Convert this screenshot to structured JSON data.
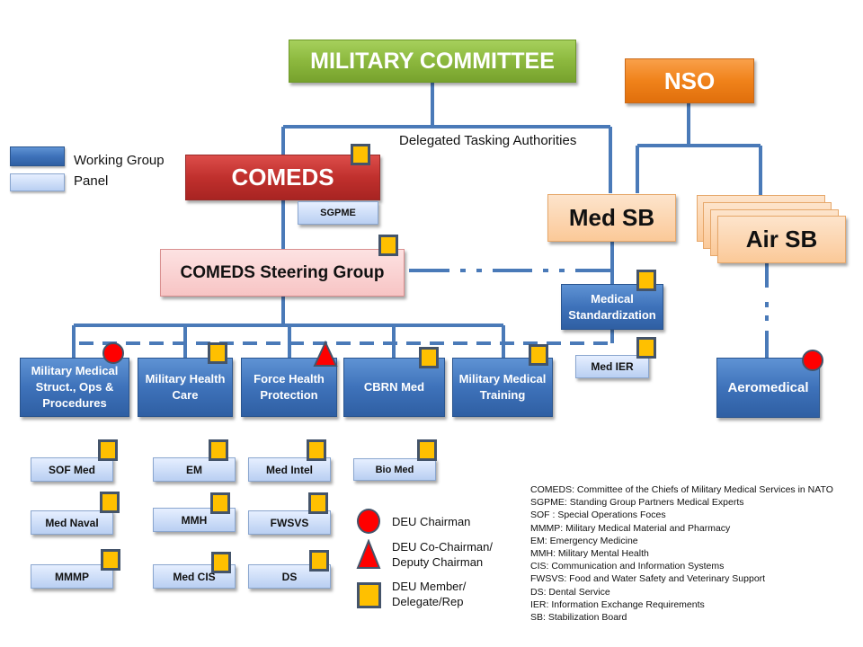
{
  "top": {
    "military_committee": "MILITARY COMMITTEE",
    "nso": "NSO",
    "delegated_label": "Delegated Tasking Authorities"
  },
  "legend_types": {
    "working_group": "Working Group",
    "panel": "Panel"
  },
  "comeds": {
    "title": "COMEDS",
    "sgpme": "SGPME",
    "steering_group": "COMEDS Steering Group"
  },
  "nso_side": {
    "med_sb": "Med SB",
    "air_sb": "Air SB",
    "medical_standardization": "Medical Standardization",
    "med_ier": "Med IER",
    "aeromedical": "Aeromedical"
  },
  "working_groups": [
    {
      "label": "Military Medical Struct., Ops & Procedures",
      "deu_role": "chairman"
    },
    {
      "label": "Military Health Care",
      "deu_role": "member"
    },
    {
      "label": "Force Health Protection",
      "deu_role": "co-chairman"
    },
    {
      "label": "CBRN Med",
      "deu_role": "member"
    },
    {
      "label": "Military Medical Training",
      "deu_role": "member"
    }
  ],
  "panels": [
    {
      "label": "SOF Med"
    },
    {
      "label": "EM"
    },
    {
      "label": "Med Intel"
    },
    {
      "label": "Bio Med"
    },
    {
      "label": "Med Naval"
    },
    {
      "label": "MMH"
    },
    {
      "label": "FWSVS"
    },
    {
      "label": "MMMP"
    },
    {
      "label": "Med CIS"
    },
    {
      "label": "DS"
    }
  ],
  "role_legend": {
    "chairman": "DEU Chairman",
    "co_chairman_1": "DEU Co-Chairman/",
    "co_chairman_2": "Deputy Chairman",
    "member_1": "DEU Member/",
    "member_2": "Delegate/Rep"
  },
  "abbreviations": [
    "COMEDS: Committee of the Chiefs of Military Medical Services in NATO",
    "SGPME: Standing Group Partners Medical Experts",
    "SOF : Special Operations Foces",
    "MMMP:  Military Medical Material and Pharmacy",
    "EM: Emergency Medicine",
    "MMH: Military Mental Health",
    "CIS: Communication and Information Systems",
    "FWSVS: Food and Water Safety and Veterinary Support",
    "DS: Dental Service",
    "IER: Information Exchange Requirements",
    "SB: Stabilization Board"
  ],
  "colors": {
    "connector": "#4a7ab8",
    "member_marker": "#ffc000",
    "chair_marker": "#ff0000"
  }
}
